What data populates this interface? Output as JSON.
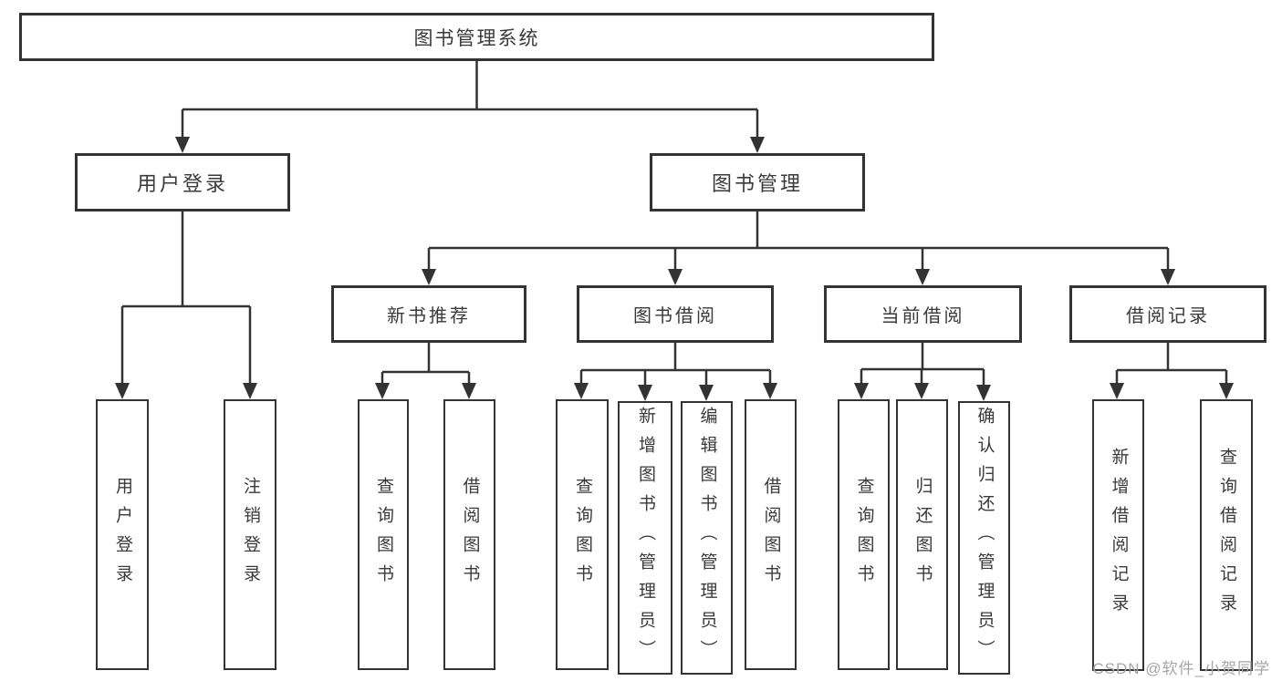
{
  "diagram": {
    "type": "hierarchy-tree",
    "orientation": "top-down",
    "colors": {
      "line": "#333333",
      "border": "#333333",
      "text": "#3a3a3a",
      "background": "#ffffff",
      "watermark": "#a6a6a6"
    }
  },
  "tree": {
    "label": "图书管理系统",
    "children": [
      {
        "label": "用户登录",
        "children": [
          {
            "label": "用户登录"
          },
          {
            "label": "注销登录"
          }
        ]
      },
      {
        "label": "图书管理",
        "children": [
          {
            "label": "新书推荐",
            "children": [
              {
                "label": "查询图书"
              },
              {
                "label": "借阅图书"
              }
            ]
          },
          {
            "label": "图书借阅",
            "children": [
              {
                "label": "查询图书"
              },
              {
                "label": "新增图书（管理员）"
              },
              {
                "label": "编辑图书（管理员）"
              },
              {
                "label": "借阅图书"
              }
            ]
          },
          {
            "label": "当前借阅",
            "children": [
              {
                "label": "查询图书"
              },
              {
                "label": "归还图书"
              },
              {
                "label": "确认归还（管理员）"
              }
            ]
          },
          {
            "label": "借阅记录",
            "children": [
              {
                "label": "新增借阅记录"
              },
              {
                "label": "查询借阅记录"
              }
            ]
          }
        ]
      }
    ]
  },
  "watermark": {
    "text": "CSDN @软件_小贺同学"
  }
}
